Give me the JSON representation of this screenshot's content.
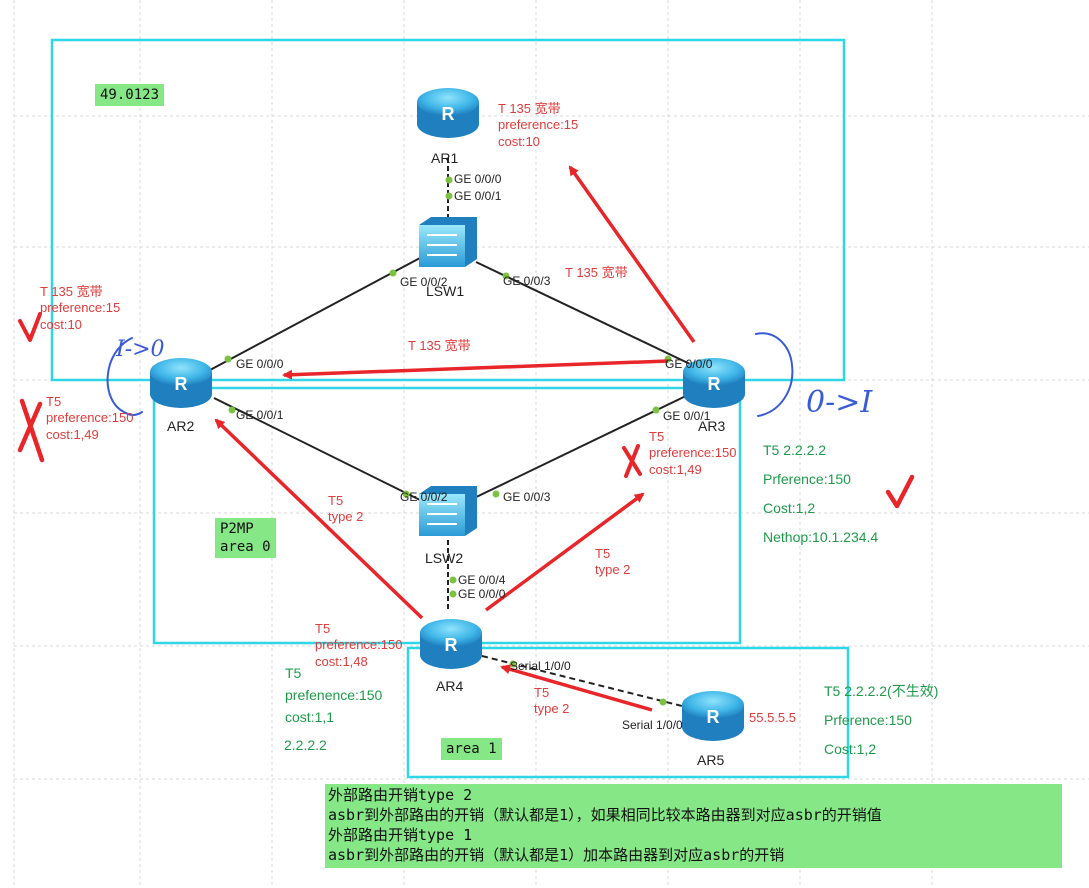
{
  "areas": {
    "area_49": "49.0123",
    "area_0": [
      "P2MP",
      "area 0"
    ],
    "area_1": "area 1"
  },
  "devices": {
    "ar1": "AR1",
    "ar2": "AR2",
    "ar3": "AR3",
    "ar4": "AR4",
    "ar5": "AR5",
    "lsw1": "LSW1",
    "lsw2": "LSW2"
  },
  "ports": {
    "ar1_g000": "GE 0/0/0",
    "lsw1_g001": "GE 0/0/1",
    "lsw1_g002": "GE 0/0/2",
    "lsw1_g003": "GE 0/0/3",
    "ar2_g000": "GE 0/0/0",
    "ar2_g001": "GE 0/0/1",
    "ar3_g000": "GE 0/0/0",
    "ar3_g001": "GE 0/0/1",
    "lsw2_g002": "GE 0/0/2",
    "lsw2_g003": "GE 0/0/3",
    "lsw2_g004": "GE 0/0/4",
    "ar4_g000": "GE 0/0/0",
    "ar4_s100": "Serial 1/0/0",
    "ar5_s100": "Serial 1/0/0"
  },
  "annotations": {
    "ar1_route": [
      "T 135 宽带",
      "preference:15",
      "cost:10"
    ],
    "ar2_route_a": [
      "T 135 宽带",
      "preference:15",
      "cost:10"
    ],
    "ar2_route_b": [
      "T5",
      "preference:150",
      "cost:1,49"
    ],
    "ar3_route": [
      "T5",
      "preference:150",
      "cost:1,49"
    ],
    "ar4_route": [
      "T5",
      "preference:150",
      "cost:1,48"
    ],
    "arrow_lsw1_ar3": "T 135 宽带",
    "arrow_ar3_ar2": "T 135 宽带",
    "arrow_ar4_ar2": [
      "T5",
      "type 2"
    ],
    "arrow_ar4_ar3": [
      "T5",
      "type 2"
    ],
    "arrow_ar5_ar4": [
      "T5",
      "type 2"
    ],
    "ar5_loopback": "55.5.5.5",
    "ar3_green": [
      "T5 2.2.2.2",
      "Prference:150",
      "Cost:1,2",
      "Nethop:10.1.234.4"
    ],
    "ar4_green": [
      "T5",
      "prefenence:150",
      "cost:1,1"
    ],
    "ar4_green_ip": "2.2.2.2",
    "ar5_green": [
      "T5 2.2.2.2(不生效)",
      "Prference:150",
      "Cost:1,2"
    ],
    "handwritten_ar2": "I->0",
    "handwritten_ar3": "0->I"
  },
  "note": [
    "外部路由开销type 2",
    "asbr到外部路由的开销（默认都是1），如果相同比较本路由器到对应asbr的开销值",
    "外部路由开销type 1",
    "asbr到外部路由的开销（默认都是1）加本路由器到对应asbr的开销"
  ],
  "colors": {
    "area_border": "#2fd6e6",
    "arrow": "#e8262a",
    "annotation_red": "#e03c3c",
    "annotation_green": "#1f9a4b",
    "highlight": "#86e786",
    "handwriting": "#3a5bd6"
  }
}
